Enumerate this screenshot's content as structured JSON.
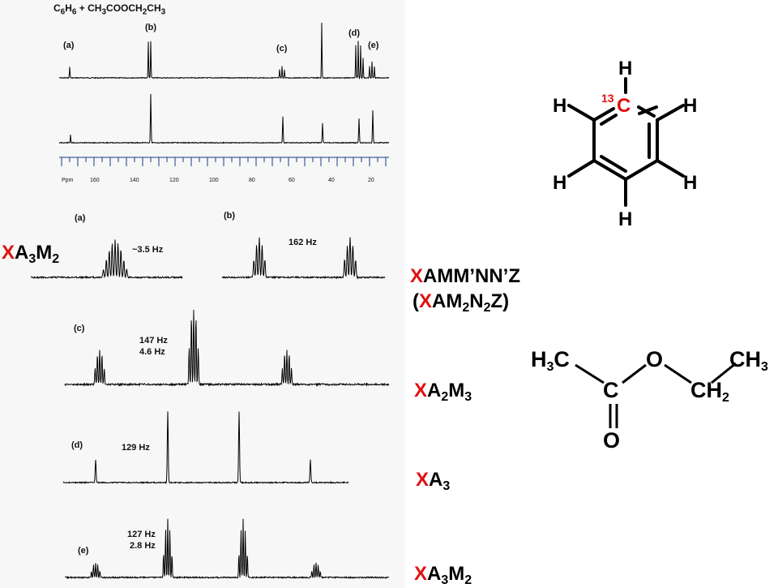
{
  "header": {
    "title_html": "C<sub>6</sub>H<sub>6</sub> + CH<sub>3</sub>COOCH<sub>2</sub>CH<sub>3</sub>"
  },
  "overview": {
    "peak_labels": [
      "(a)",
      "(b)",
      "(c)",
      "(d)",
      "(e)"
    ],
    "axis_unit": "Ppm",
    "axis_ticks": [
      "160",
      "140",
      "120",
      "100",
      "80",
      "60",
      "40",
      "20"
    ]
  },
  "expansions": {
    "a": {
      "label": "(a)",
      "coupling": "~3.5 Hz"
    },
    "b": {
      "label": "(b)",
      "coupling": "162 Hz"
    },
    "c": {
      "label": "(c)",
      "coupling_1": "147 Hz",
      "coupling_2": "4.6 Hz"
    },
    "d": {
      "label": "(d)",
      "coupling": "129 Hz"
    },
    "e": {
      "label": "(e)",
      "coupling_1": "127 Hz",
      "coupling_2": "2.8 Hz"
    }
  },
  "spin_systems": {
    "a": {
      "x": "X",
      "rest_html": "A<sub>3</sub>M<sub>2</sub>"
    },
    "b_line1": {
      "x": "X",
      "rest_html": "AMM’NN’Z"
    },
    "b_line2": {
      "open": "(",
      "x": "X",
      "rest_html": "AM<sub>2</sub>N<sub>2</sub>Z)"
    },
    "c": {
      "x": "X",
      "rest_html": "A<sub>2</sub>M<sub>3</sub>"
    },
    "d": {
      "x": "X",
      "rest_html": "A<sub>3</sub>"
    },
    "e": {
      "x": "X",
      "rest_html": "A<sub>3</sub>M<sub>2</sub>"
    }
  },
  "benzene": {
    "isotope": "13",
    "carbon": "C",
    "hydrogen": "H"
  },
  "ethyl_acetate": {
    "h3c_html": "H<sub>3</sub>C",
    "c": "C",
    "o_ether": "O",
    "ch3_html": "CH<sub>3</sub>",
    "ch2_html": "CH<sub>2</sub>",
    "o_carbonyl": "O"
  },
  "colors": {
    "isotope_label": "#e01010",
    "spectrum_line": "#000000",
    "panel_bg": "#f7f7f7"
  }
}
